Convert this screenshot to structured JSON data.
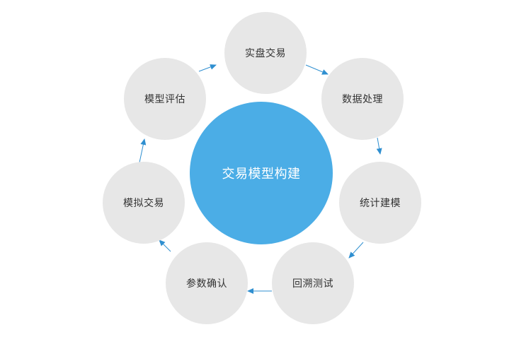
{
  "diagram": {
    "center": {
      "label": "交易模型构建"
    },
    "stages": [
      {
        "label": "实盘交易"
      },
      {
        "label": "数据处理"
      },
      {
        "label": "统计建模"
      },
      {
        "label": "回溯测试"
      },
      {
        "label": "参数确认"
      },
      {
        "label": "模拟交易"
      },
      {
        "label": "模型评估"
      }
    ],
    "colors": {
      "center_fill": "#4bade6",
      "stage_fill": "#e7e7e7",
      "arrow": "#2f8fd0",
      "stage_text": "#333333",
      "center_text": "#ffffff"
    }
  }
}
